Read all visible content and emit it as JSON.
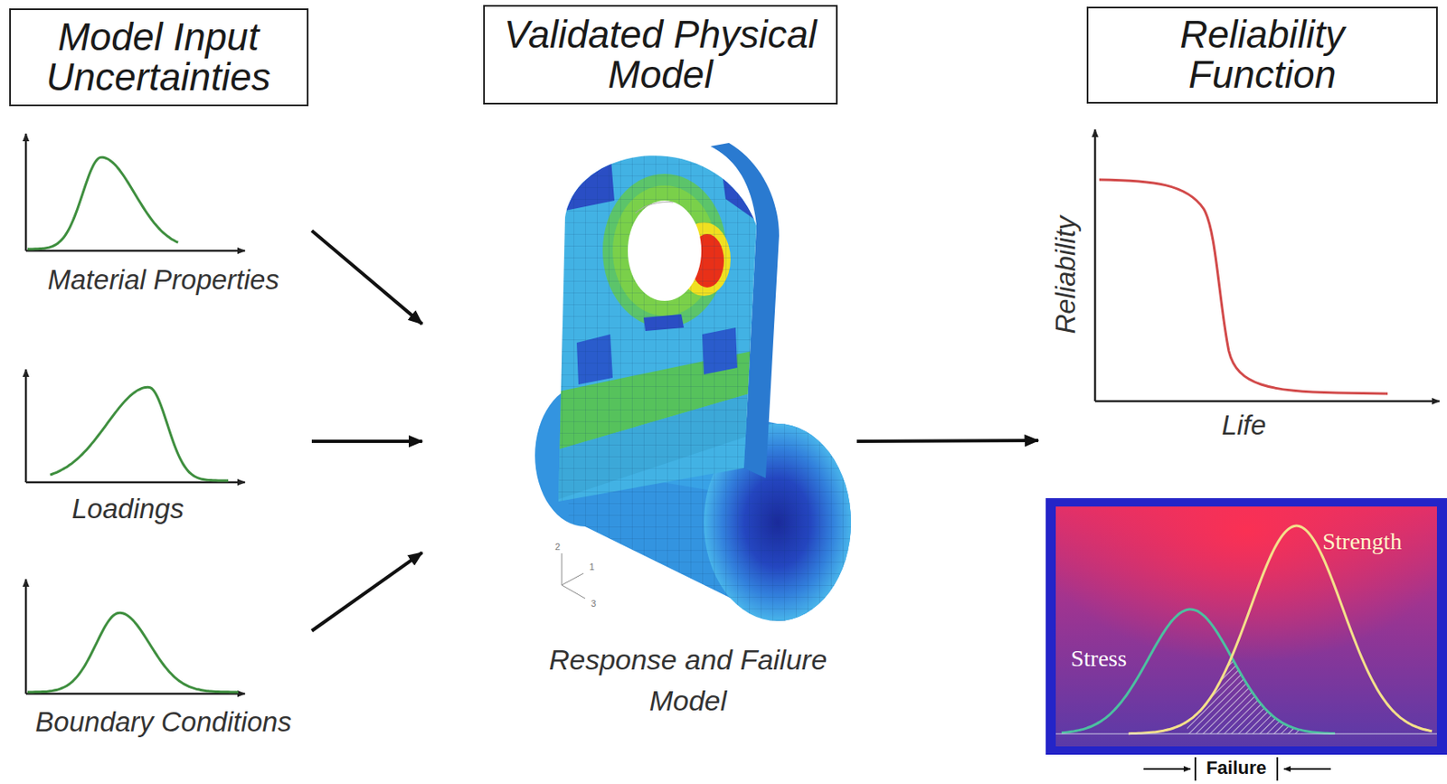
{
  "diagram": {
    "nodes": [
      {
        "text": [
          "Model Input Uncertainties"
        ]
      },
      {
        "text": [
          "Validated Physical Model"
        ]
      },
      {
        "text": [
          "Reliability Function"
        ]
      },
      {
        "text": [
          "Material Properties"
        ]
      },
      {
        "text": [
          "Loadings"
        ]
      },
      {
        "text": [
          "Boundary Conditions"
        ]
      },
      {
        "text": [
          "Response and Failure Model"
        ]
      },
      {
        "text": [
          "Stress",
          "Strength"
        ]
      },
      {
        "text": [
          "Reliability",
          "Life"
        ]
      }
    ],
    "edges": [
      {
        "from": 3,
        "to": 6,
        "arrow": "to"
      },
      {
        "from": 4,
        "to": 6,
        "arrow": "to"
      },
      {
        "from": 5,
        "to": 6,
        "arrow": "to"
      },
      {
        "from": 6,
        "to": 8,
        "arrow": "to"
      }
    ],
    "labels": [
      "Failure",
      "2",
      "1",
      "3"
    ]
  }
}
